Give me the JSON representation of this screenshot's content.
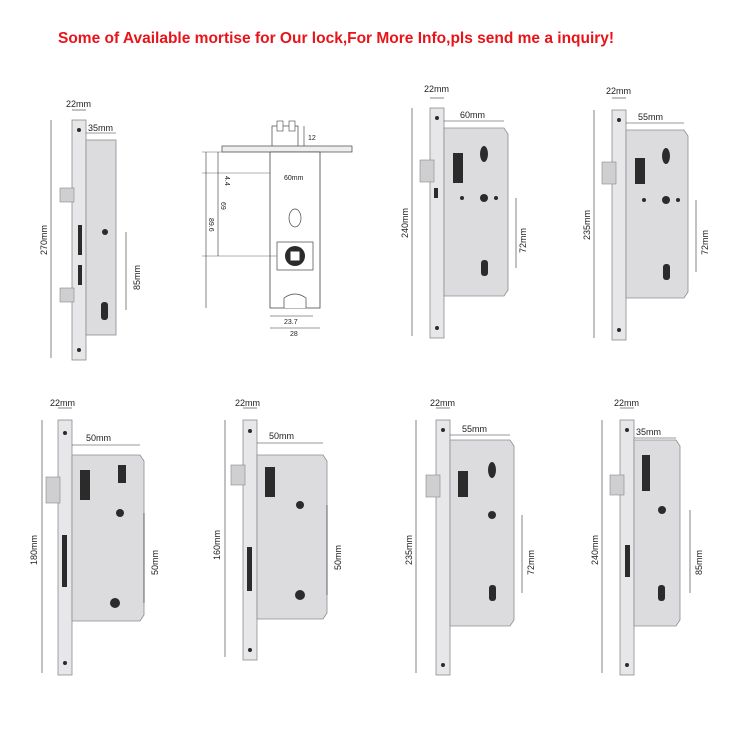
{
  "headline": "Some of Available mortise for Our lock,For More Info,pls send me a inquiry!",
  "colors": {
    "headline": "#e8141a",
    "metal": "#e7e7e9",
    "outline": "#8d8d91"
  },
  "locks": [
    {
      "width": "22mm",
      "backset": "35mm",
      "height": "270mm",
      "center": "85mm"
    },
    {
      "face": "60mm",
      "side_top": "4.4",
      "side_mid": "69",
      "side_total": "89.6",
      "bottom_inner": "23.7",
      "bottom_outer": "28",
      "top_right": "12"
    },
    {
      "width": "22mm",
      "backset": "60mm",
      "height": "240mm",
      "center": "72mm"
    },
    {
      "width": "22mm",
      "backset": "55mm",
      "height": "235mm",
      "center": "72mm"
    },
    {
      "width": "22mm",
      "backset": "50mm",
      "height": "180mm",
      "center": "50mm"
    },
    {
      "width": "22mm",
      "backset": "50mm",
      "height": "160mm",
      "center": "50mm"
    },
    {
      "width": "22mm",
      "backset": "55mm",
      "height": "235mm",
      "center": "72mm"
    },
    {
      "width": "22mm",
      "backset": "35mm",
      "height": "240mm",
      "center": "85mm"
    }
  ]
}
